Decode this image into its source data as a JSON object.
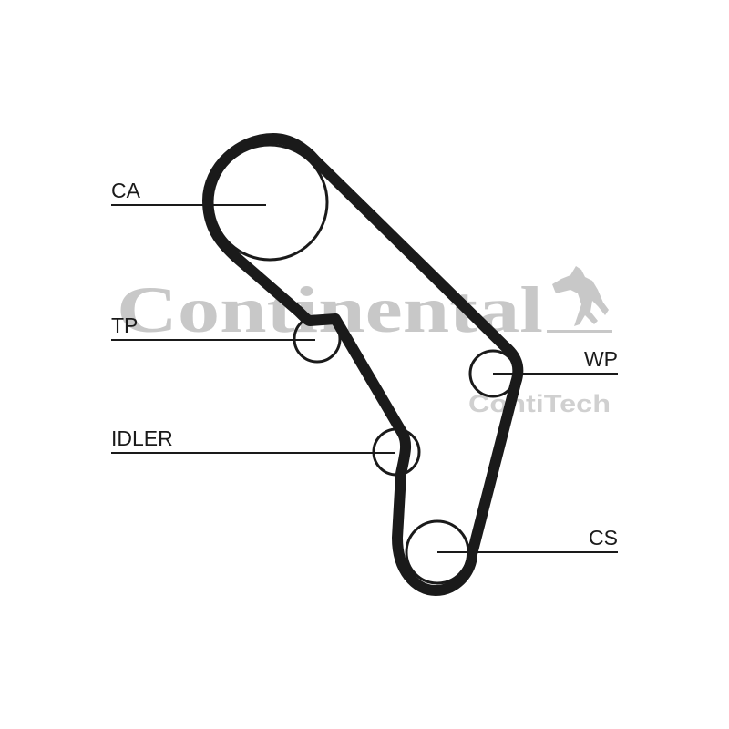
{
  "colors": {
    "belt": "#1a1a1a",
    "line": "#1a1a1a",
    "text": "#1a1a1a",
    "background": "#ffffff",
    "watermark": "#c8c8c8"
  },
  "watermark": {
    "brand": "Continental",
    "division": "ContiTech",
    "logo_icon": "rearing-horse-icon"
  },
  "labels": {
    "ca": "CA",
    "tp": "TP",
    "idler": "IDLER",
    "wp": "WP",
    "cs": "CS"
  }
}
